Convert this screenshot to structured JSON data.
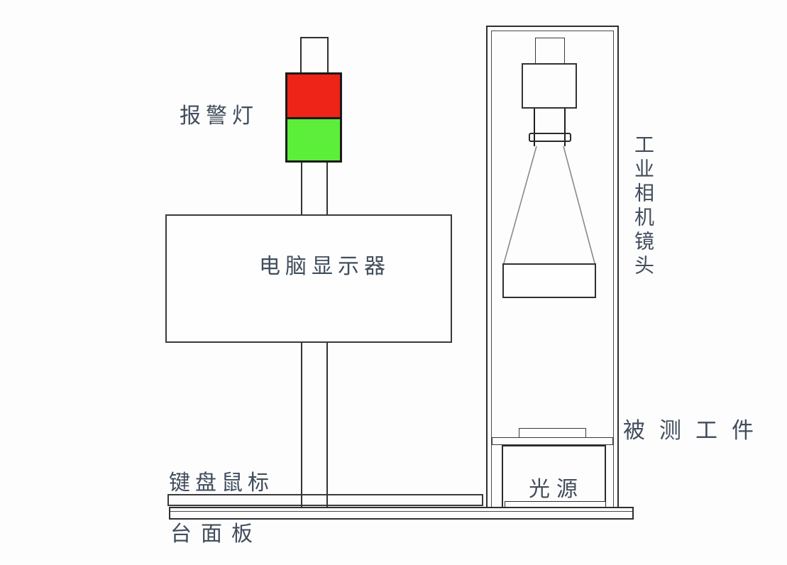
{
  "labels": {
    "alarm_light": "报警灯",
    "monitor": "电脑显示器",
    "keyboard_mouse": "键盘鼠标",
    "table_panel": "台面板",
    "industrial_camera_lens": "工业相机镜头",
    "workpiece": "被测工件",
    "light_source": "光源"
  },
  "colors": {
    "alarm_red": "#ee2418",
    "alarm_green": "#5cee3a",
    "label_text": "#414d5c",
    "line": "#2f2f2f",
    "background": "#fdfdfd"
  }
}
